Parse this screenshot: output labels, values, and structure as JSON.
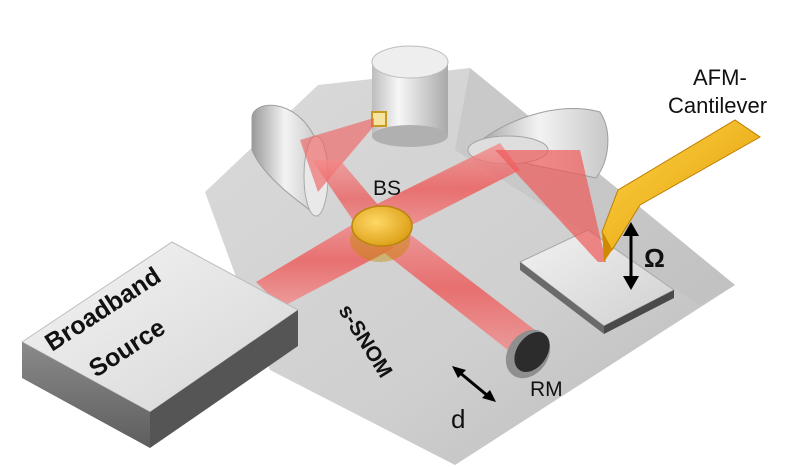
{
  "labels": {
    "afm_line1": "AFM-",
    "afm_line2": "Cantilever",
    "bs": "BS",
    "omega": "Ω",
    "snom": "s-SNOM",
    "broadband_line1": "Broadband",
    "broadband_line2": "Source",
    "rm": "RM",
    "d": "d"
  },
  "colors": {
    "beam": "#f05a5a",
    "cantilever": "#f2b21a",
    "splitter": "#f0b830",
    "platform": "#c9c9c9"
  },
  "icons": [
    "two-headed-arrow-icon"
  ]
}
